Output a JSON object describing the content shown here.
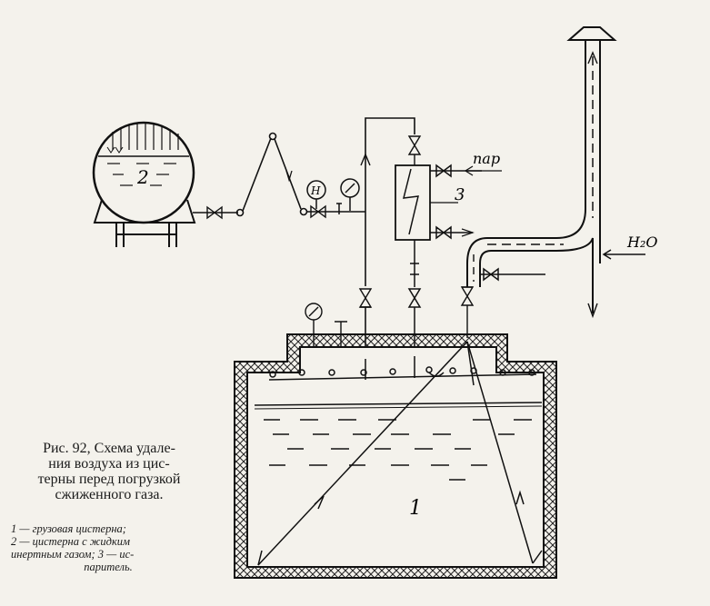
{
  "figure": {
    "caption_lines": [
      "Рис. 92, Схема удале-",
      "ния воздуха из цис-",
      "терны перед погрузкой",
      "сжиженного газа."
    ],
    "legend_lines": [
      "1 — грузовая цистерна;",
      "2 — цистерна с жидким",
      "инертным газом; 3 — ис-",
      "паритель."
    ]
  },
  "labels": {
    "tank_small": "2",
    "evaporator": "3",
    "tank_main": "1",
    "steam": "пар",
    "water": "H₂O",
    "manometer": "Н"
  }
}
